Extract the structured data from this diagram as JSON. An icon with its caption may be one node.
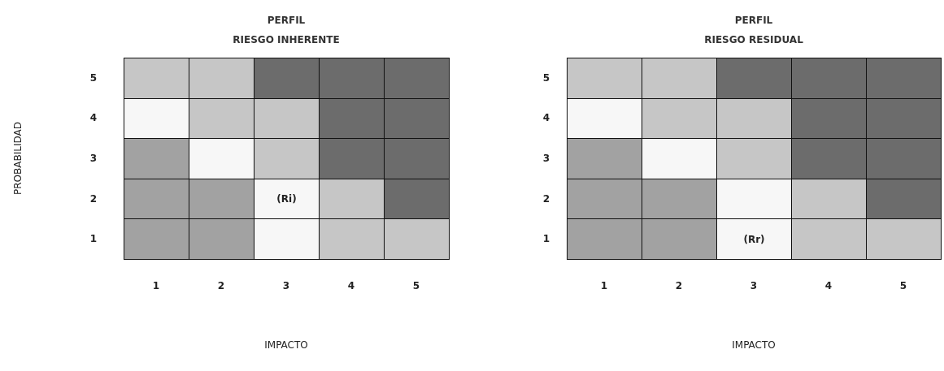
{
  "diagram": {
    "nodes": [
      {
        "text": [
          "PERFIL",
          "RIESGO INHERENTE"
        ]
      },
      {
        "text": [],
        "shape": "box",
        "in": 0
      },
      {
        "text": [],
        "shape": "box",
        "in": 0
      },
      {
        "text": [],
        "shape": "box",
        "in": 0
      },
      {
        "text": [],
        "shape": "box",
        "in": 0
      },
      {
        "text": [],
        "shape": "box",
        "in": 0
      },
      {
        "text": [],
        "shape": "box",
        "in": 0
      },
      {
        "text": [],
        "shape": "box",
        "in": 0
      },
      {
        "text": [],
        "shape": "box",
        "in": 0
      },
      {
        "text": [],
        "shape": "box",
        "in": 0
      },
      {
        "text": [],
        "shape": "box",
        "in": 0
      },
      {
        "text": [],
        "shape": "box",
        "in": 0
      },
      {
        "text": [],
        "shape": "box",
        "in": 0
      },
      {
        "text": [],
        "shape": "box",
        "in": 0
      },
      {
        "text": [],
        "shape": "box",
        "in": 0
      },
      {
        "text": [],
        "shape": "box",
        "in": 0
      },
      {
        "text": [],
        "shape": "box",
        "in": 0
      },
      {
        "text": [],
        "shape": "box",
        "in": 0
      },
      {
        "text": [
          "(Ri)"
        ],
        "in": 0
      },
      {
        "text": [],
        "shape": "box",
        "in": 0
      },
      {
        "text": [],
        "shape": "box",
        "in": 0
      },
      {
        "text": [],
        "shape": "box",
        "in": 0
      },
      {
        "text": [],
        "shape": "box",
        "in": 0
      },
      {
        "text": [],
        "shape": "box",
        "in": 0
      },
      {
        "text": [],
        "shape": "box",
        "in": 0
      },
      {
        "text": [],
        "shape": "box",
        "in": 0
      },
      {
        "text": [
          "PERFIL",
          "RIESGO RESIDUAL"
        ]
      },
      {
        "text": [],
        "shape": "box",
        "in": 26
      },
      {
        "text": [],
        "shape": "box",
        "in": 26
      },
      {
        "text": [],
        "shape": "box",
        "in": 26
      },
      {
        "text": [],
        "shape": "box",
        "in": 26
      },
      {
        "text": [],
        "shape": "box",
        "in": 26
      },
      {
        "text": [],
        "shape": "box",
        "in": 26
      },
      {
        "text": [],
        "shape": "box",
        "in": 26
      },
      {
        "text": [],
        "shape": "box",
        "in": 26
      },
      {
        "text": [],
        "shape": "box",
        "in": 26
      },
      {
        "text": [],
        "shape": "box",
        "in": 26
      },
      {
        "text": [],
        "shape": "box",
        "in": 26
      },
      {
        "text": [],
        "shape": "box",
        "in": 26
      },
      {
        "text": [],
        "shape": "box",
        "in": 26
      },
      {
        "text": [],
        "shape": "box",
        "in": 26
      },
      {
        "text": [],
        "shape": "box",
        "in": 26
      },
      {
        "text": [],
        "shape": "box",
        "in": 26
      },
      {
        "text": [],
        "shape": "box",
        "in": 26
      },
      {
        "text": [],
        "shape": "box",
        "in": 26
      },
      {
        "text": [],
        "shape": "box",
        "in": 26
      },
      {
        "text": [],
        "shape": "box",
        "in": 26
      },
      {
        "text": [],
        "shape": "box",
        "in": 26
      },
      {
        "text": [],
        "shape": "box",
        "in": 26
      },
      {
        "text": [
          "(Rr)"
        ],
        "in": 26
      },
      {
        "text": [],
        "shape": "box",
        "in": 26
      },
      {
        "text": [],
        "shape": "box",
        "in": 26
      }
    ],
    "labels": [
      "PROBABILIDAD",
      "5",
      "4",
      "3",
      "2",
      "1",
      "1",
      "2",
      "3",
      "4",
      "5",
      "IMPACTO",
      "5",
      "4",
      "3",
      "2",
      "1",
      "1",
      "2",
      "3",
      "4",
      "5",
      "IMPACTO"
    ]
  }
}
